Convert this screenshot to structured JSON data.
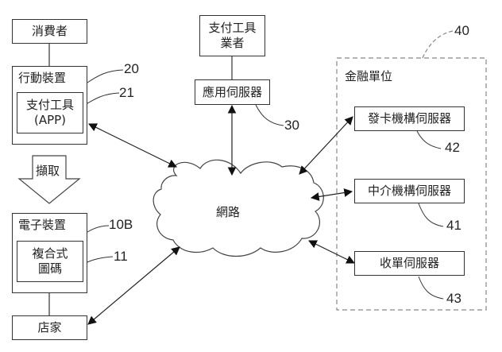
{
  "diagram": {
    "consumer": "消費者",
    "mobile_device": {
      "label": "行動裝置",
      "ref": "20",
      "payment_tool_line1": "支付工具",
      "payment_tool_line2": "(APP)",
      "payment_tool_ref": "21"
    },
    "capture_arrow": "擷取",
    "electronic_device": {
      "label": "電子裝置",
      "ref": "10B",
      "barcode_line1": "複合式",
      "barcode_line2": "圖碼",
      "barcode_ref": "11"
    },
    "merchant": "店家",
    "payment_provider": {
      "line1": "支付工具",
      "line2": "業者"
    },
    "app_server": {
      "label": "應用伺服器",
      "ref": "30"
    },
    "network": "網路",
    "financial_unit": {
      "label": "金融單位",
      "ref": "40",
      "issuer_server": "發卡機構伺服器",
      "issuer_ref": "42",
      "intermediary_server": "中介機構伺服器",
      "intermediary_ref": "41",
      "acquirer_server": "收單伺服器",
      "acquirer_ref": "43"
    }
  }
}
